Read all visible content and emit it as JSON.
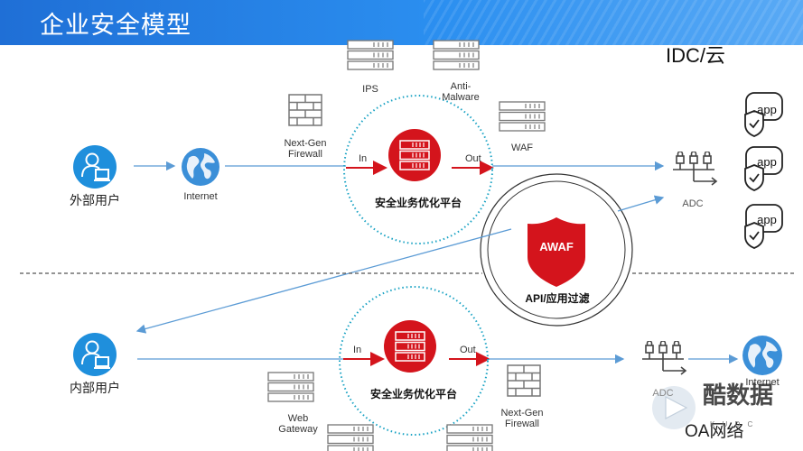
{
  "page_title": "企业安全模型",
  "cloud_label": "IDC/云",
  "top": {
    "external_user": "外部用户",
    "internet": "Internet",
    "firewall": "Next-Gen\nFirewall",
    "ips": "IPS",
    "anti_malware": "Anti-\nMalware",
    "waf": "WAF",
    "platform": "安全业务优化平台",
    "in_label": "In",
    "out_label": "Out",
    "adc": "ADC",
    "apps": [
      "app",
      "app",
      "app"
    ]
  },
  "awaf": {
    "shield_text": "AWAF",
    "caption": "API/应用过滤"
  },
  "bottom": {
    "internal_user": "内部用户",
    "web_gateway": "Web\nGateway",
    "platform": "安全业务优化平台",
    "in_label": "In",
    "out_label": "Out",
    "firewall": "Next-Gen\nFirewall",
    "adc": "ADC",
    "internet": "Internet",
    "oa": "OA网络"
  },
  "watermark": {
    "main": "酷数据",
    "sub": "K U D C"
  },
  "colors": {
    "accent_red": "#d4141c",
    "line_blue": "#5b9bd5",
    "dot_teal": "#1aa3c4",
    "user_blue": "#1f8fdc"
  }
}
